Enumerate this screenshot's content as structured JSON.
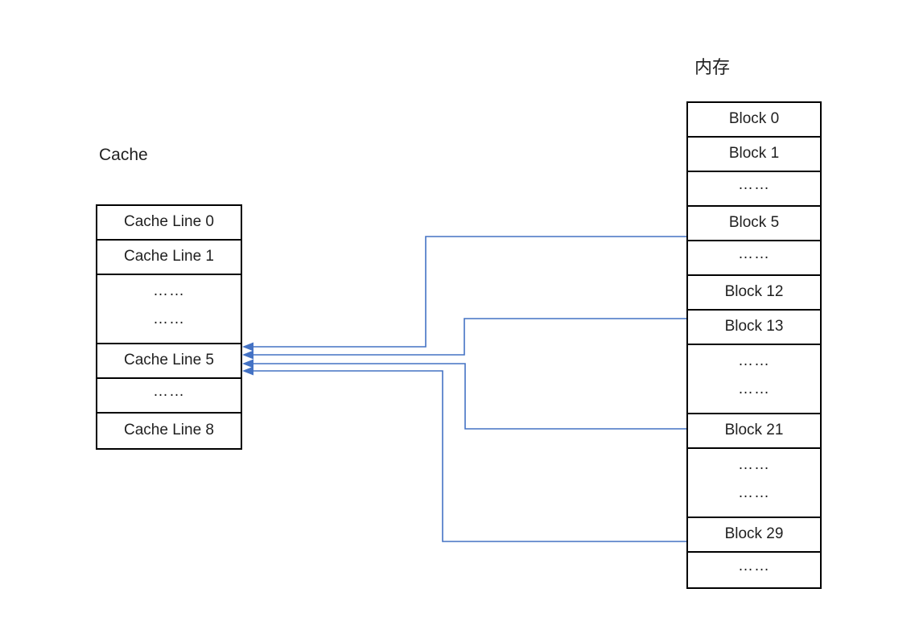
{
  "diagram": {
    "cache": {
      "title": "Cache",
      "rows": [
        {
          "text": "Cache Line 0"
        },
        {
          "text": "Cache Line 1"
        },
        {
          "texts": [
            "……",
            "……"
          ],
          "tall": true
        },
        {
          "text": "Cache Line 5"
        },
        {
          "text": "……"
        },
        {
          "text": "Cache Line 8"
        }
      ]
    },
    "memory": {
      "title": "内存",
      "rows": [
        {
          "text": "Block 0"
        },
        {
          "text": "Block 1"
        },
        {
          "text": "……"
        },
        {
          "text": "Block 5"
        },
        {
          "text": "……"
        },
        {
          "text": "Block 12"
        },
        {
          "text": "Block 13"
        },
        {
          "texts": [
            "……",
            "……"
          ],
          "tall": true
        },
        {
          "text": "Block 21"
        },
        {
          "texts": [
            "……",
            "……"
          ],
          "tall": true
        },
        {
          "text": "Block 29"
        },
        {
          "text": "……"
        }
      ]
    },
    "connections": [
      {
        "from": "Block 5",
        "to": "Cache Line 5"
      },
      {
        "from": "Block 13",
        "to": "Cache Line 5"
      },
      {
        "from": "Block 21",
        "to": "Cache Line 5"
      },
      {
        "from": "Block 29",
        "to": "Cache Line 5"
      }
    ],
    "colors": {
      "connector": "#4472C4",
      "table_border": "#000000",
      "text": "#1f1f1f",
      "background": "#ffffff"
    }
  }
}
